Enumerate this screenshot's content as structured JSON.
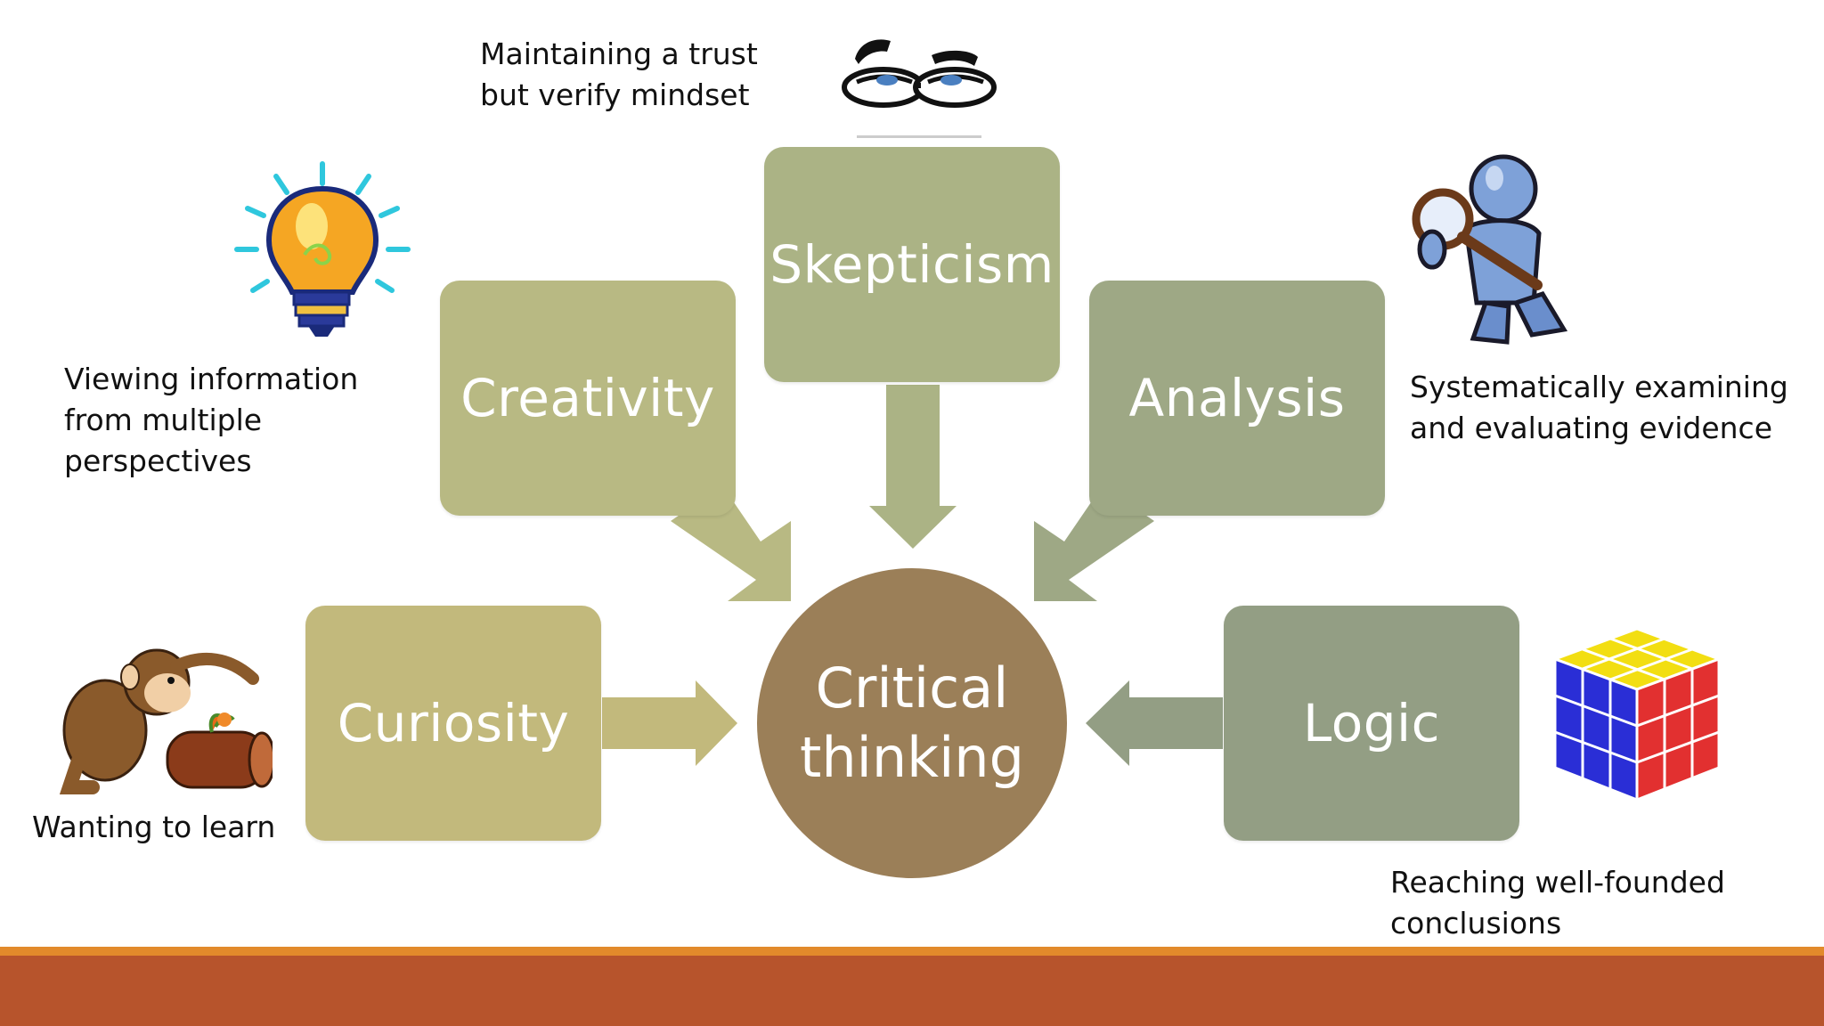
{
  "center": {
    "line1": "Critical",
    "line2": "thinking",
    "color": "#9b7f58"
  },
  "boxes": {
    "curiosity": {
      "label": "Curiosity",
      "color": "#c2b97c"
    },
    "creativity": {
      "label": "Creativity",
      "color": "#b8b983"
    },
    "skepticism": {
      "label": "Skepticism",
      "color": "#abb385"
    },
    "analysis": {
      "label": "Analysis",
      "color": "#9ea885"
    },
    "logic": {
      "label": "Logic",
      "color": "#939e84"
    }
  },
  "captions": {
    "curiosity": [
      "Wanting to learn"
    ],
    "creativity": [
      "Viewing information",
      "from multiple",
      "perspectives"
    ],
    "skepticism": [
      "Maintaining a trust",
      "but verify mindset"
    ],
    "analysis": [
      "Systematically examining",
      "and evaluating evidence"
    ],
    "logic": [
      "Reaching well-founded",
      "conclusions"
    ]
  },
  "clipart": {
    "curiosity": "monkey-examining-log-icon",
    "creativity": "light-bulb-icon",
    "skepticism": "skeptical-eyes-glasses-icon",
    "analysis": "detective-magnifying-glass-icon",
    "logic": "rubiks-cube-icon"
  },
  "footer": {
    "line_color": "#e28a2b",
    "band_color": "#b7542c"
  }
}
